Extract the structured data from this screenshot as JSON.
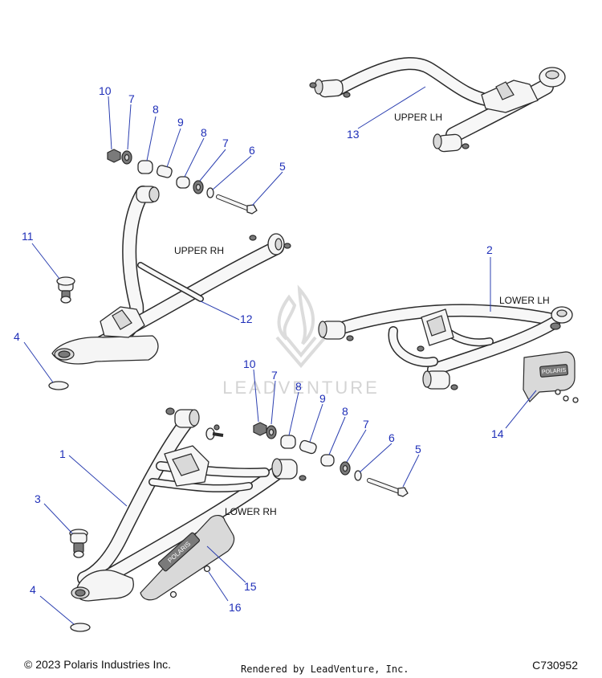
{
  "callouts": {
    "c1": "1",
    "c2": "2",
    "c3": "3",
    "c4a": "4",
    "c4b": "4",
    "c5a": "5",
    "c5b": "5",
    "c6a": "6",
    "c6b": "6",
    "c7a": "7",
    "c7b": "7",
    "c7c": "7",
    "c7d": "7",
    "c8a": "8",
    "c8b": "8",
    "c8c": "8",
    "c8d": "8",
    "c9a": "9",
    "c9b": "9",
    "c10a": "10",
    "c10b": "10",
    "c11": "11",
    "c12": "12",
    "c13": "13",
    "c14": "14",
    "c15": "15",
    "c16": "16"
  },
  "labels": {
    "upper_lh": "UPPER LH",
    "upper_rh": "UPPER RH",
    "lower_lh": "LOWER LH",
    "lower_rh": "LOWER RH"
  },
  "footer": {
    "copyright": "© 2023 Polaris Industries Inc.",
    "rendered_by": "Rendered by LeadVenture, Inc.",
    "diagram_id": "C730952"
  },
  "watermark": {
    "text": "LEADVENTURE"
  },
  "brand_mark": {
    "text": "POLARIS"
  },
  "colors": {
    "callout": "#1f2fb8",
    "line": "#2a2a2a",
    "part_fill": "#f5f5f5",
    "watermark": "#d8d8d8"
  }
}
